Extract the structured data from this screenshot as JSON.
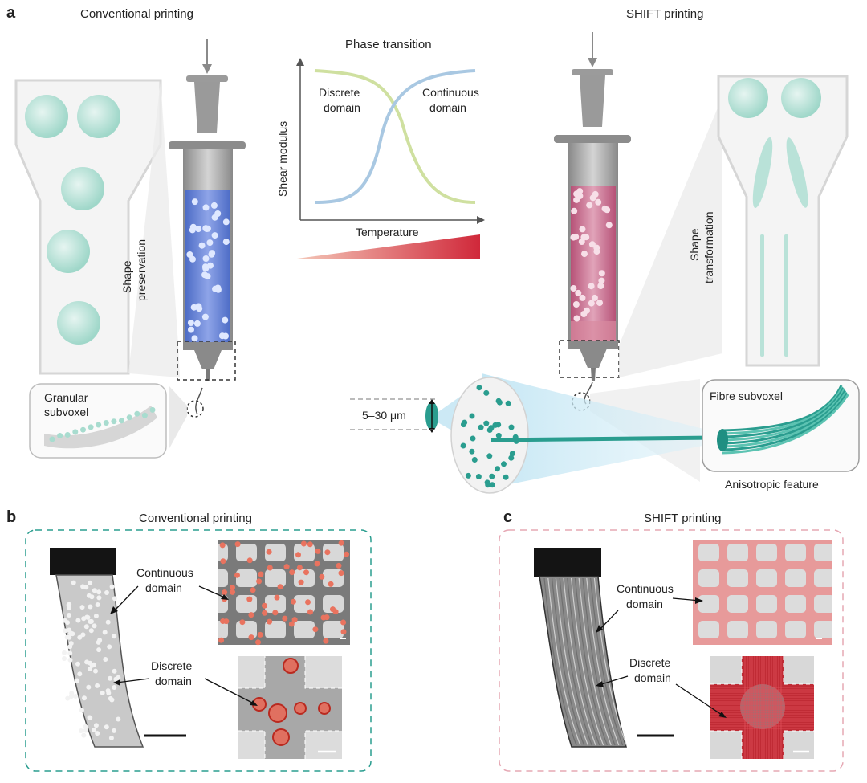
{
  "panels": {
    "a": {
      "letter": "a",
      "left_title": "Conventional printing",
      "right_title": "SHIFT printing",
      "phase": {
        "title": "Phase transition",
        "ylabel": "Shear modulus",
        "xlabel": "Temperature",
        "curve1": "Discrete domain",
        "curve1_lines": [
          "Discrete",
          "domain"
        ],
        "curve2_lines": [
          "Continuous",
          "domain"
        ]
      },
      "shape_preservation": [
        "Shape",
        "preservation"
      ],
      "shape_transformation": [
        "Shape",
        "transformation"
      ],
      "granular": [
        "Granular",
        "subvoxel"
      ],
      "fibre": "Fibre subvoxel",
      "size": "5–30 μm",
      "anisotropic": "Anisotropic feature"
    },
    "b": {
      "letter": "b",
      "title": "Conventional printing",
      "continuous": [
        "Continuous",
        "domain"
      ],
      "discrete": [
        "Discrete",
        "domain"
      ]
    },
    "c": {
      "letter": "c",
      "title": "SHIFT printing",
      "continuous": [
        "Continuous",
        "domain"
      ],
      "discrete": [
        "Discrete",
        "domain"
      ]
    }
  },
  "colors": {
    "teal": "#2a9d8f",
    "blue_ink": "#6f86d6",
    "pink_ink": "#c9708f",
    "heat": "#d0283a",
    "green_curve": "#cfe0a0",
    "blue_curve": "#a9c8e2"
  }
}
